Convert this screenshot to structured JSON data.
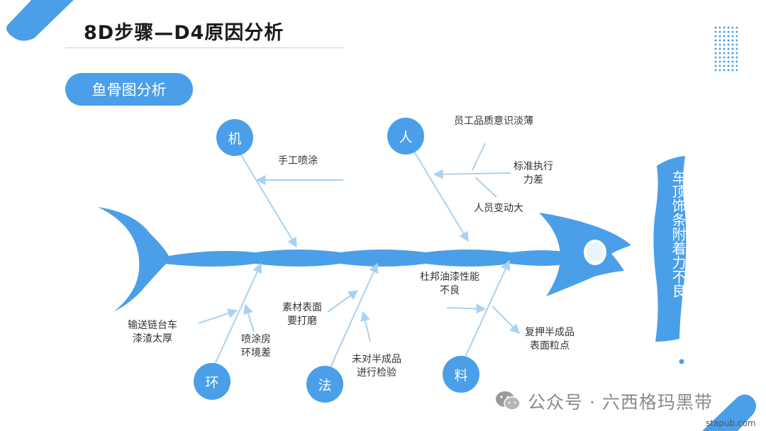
{
  "slide": {
    "title": "8D步骤—D4原因分析",
    "section_badge": "鱼骨图分析"
  },
  "diagram": {
    "effect": "车顶饰条附着力不良",
    "categories": {
      "machine": "机",
      "man": "人",
      "environment": "环",
      "method": "法",
      "material": "料"
    },
    "causes": {
      "machine_1": "手工喷涂",
      "man_1": "员工品质意识淡薄",
      "man_2": [
        "标准执行",
        "力差"
      ],
      "man_3": "人员变动大",
      "environment_1": [
        "输送链台车",
        "漆渣太厚"
      ],
      "environment_2": [
        "喷涂房",
        "环境差"
      ],
      "method_1": [
        "素材表面",
        "要打磨"
      ],
      "method_2": [
        "未对半成品",
        "进行检验"
      ],
      "material_1": [
        "杜邦油漆性能",
        "不良"
      ],
      "material_2": [
        "复押半成品",
        "表面粒点"
      ]
    }
  },
  "watermark": {
    "text": "公众号 · 六西格玛黑带",
    "site": "stapub.com"
  },
  "colors": {
    "accent": "#4a9fe8",
    "arrow": "#a9d2f2"
  }
}
